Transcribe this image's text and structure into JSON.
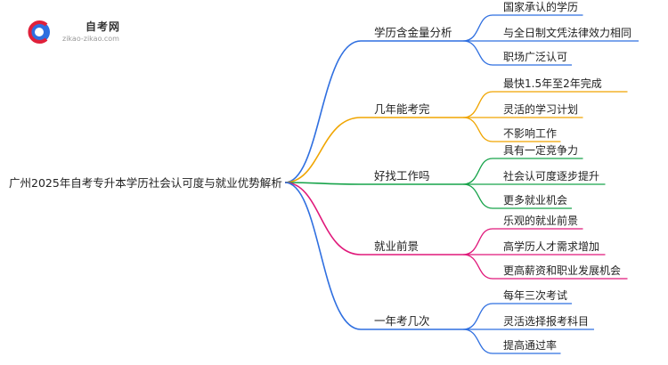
{
  "logo": {
    "title": "自考网",
    "url": "zikao-zikao.com"
  },
  "root": {
    "label": "广州2025年自考专升本学历社会认可度与就业优势解析"
  },
  "branches": [
    {
      "label": "学历含金量分析",
      "color": "#2f6fe0",
      "leaves": [
        "国家承认的学历",
        "与全日制文凭法律效力相同",
        "职场广泛认可"
      ]
    },
    {
      "label": "几年能考完",
      "color": "#f0a500",
      "leaves": [
        "最快1.5年至2年完成",
        "灵活的学习计划",
        "不影响工作"
      ]
    },
    {
      "label": "好找工作吗",
      "color": "#17a34a",
      "leaves": [
        "具有一定竞争力",
        "社会认可度逐步提升",
        "更多就业机会"
      ]
    },
    {
      "label": "就业前景",
      "color": "#e0187a",
      "leaves": [
        "乐观的就业前景",
        "高学历人才需求增加",
        "更高薪资和职业发展机会"
      ]
    },
    {
      "label": "一年考几次",
      "color": "#2f6fe0",
      "leaves": [
        "每年三次考试",
        "灵活选择报考科目",
        "提高通过率"
      ]
    }
  ]
}
